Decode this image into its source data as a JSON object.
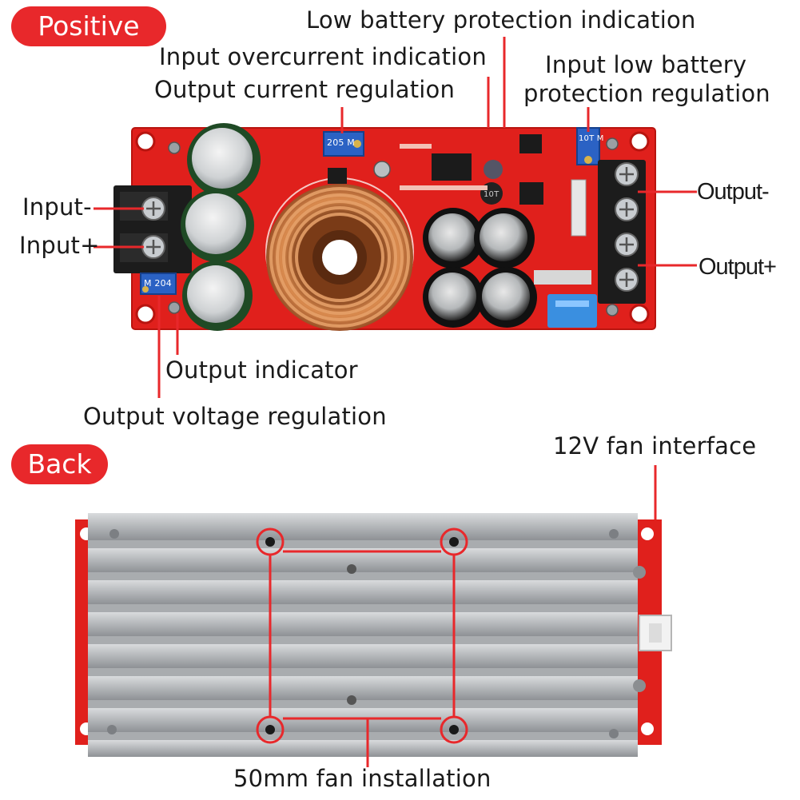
{
  "sections": {
    "front_label": "Positive",
    "back_label": "Back"
  },
  "labels": {
    "low_battery_protection_indication": "Low battery protection indication",
    "input_overcurrent_indication": "Input overcurrent indication",
    "output_current_regulation": "Output current regulation",
    "input_low_battery_line1": "Input low battery",
    "input_low_battery_line2": "protection regulation",
    "input_minus": "Input-",
    "input_plus": "Input+",
    "output_minus": "Output-",
    "output_plus": "Output+",
    "output_indicator": "Output indicator",
    "output_voltage_regulation": "Output voltage regulation",
    "fan_interface": "12V fan interface",
    "fan_installation": "50mm fan installation"
  },
  "board_markings": {
    "pot_current": "205 M",
    "pot_voltage": "M 204",
    "pot_lowbatt": "10T M",
    "chip": "10T"
  },
  "colors": {
    "accent": "#e8282b",
    "pcb": "#e0201c",
    "heatsink": "#b9bcbf",
    "copper": "#c9743d"
  }
}
